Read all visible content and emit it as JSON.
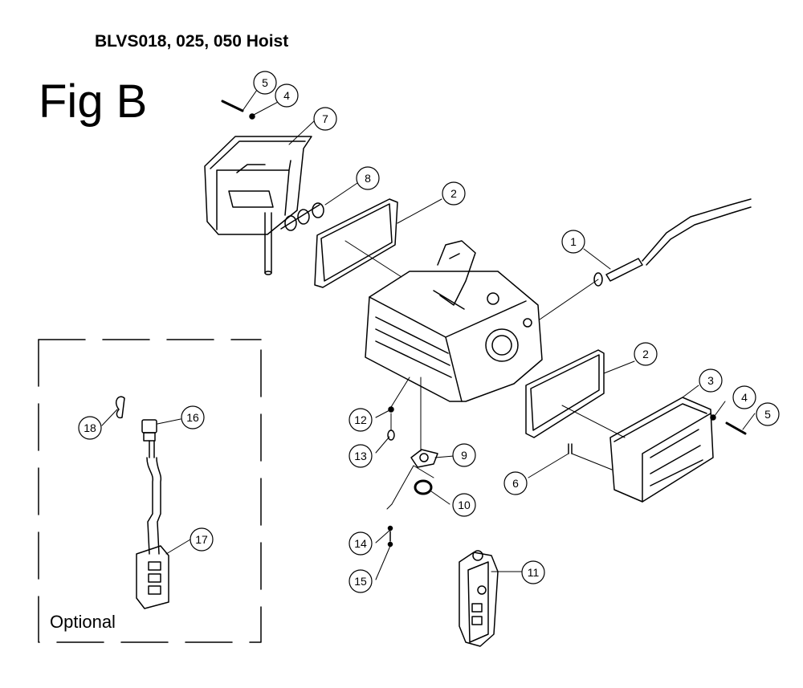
{
  "header": {
    "title": "BLVS018, 025, 050 Hoist",
    "figure_label": "Fig B"
  },
  "optional_box": {
    "label": "Optional"
  },
  "callouts": {
    "c1": "1",
    "c2a": "2",
    "c2b": "2",
    "c3": "3",
    "c4a": "4",
    "c4b": "4",
    "c5a": "5",
    "c5b": "5",
    "c6": "6",
    "c7": "7",
    "c8": "8",
    "c9": "9",
    "c10": "10",
    "c11": "11",
    "c12": "12",
    "c13": "13",
    "c14": "14",
    "c15": "15",
    "c16": "16",
    "c17": "17",
    "c18": "18"
  }
}
